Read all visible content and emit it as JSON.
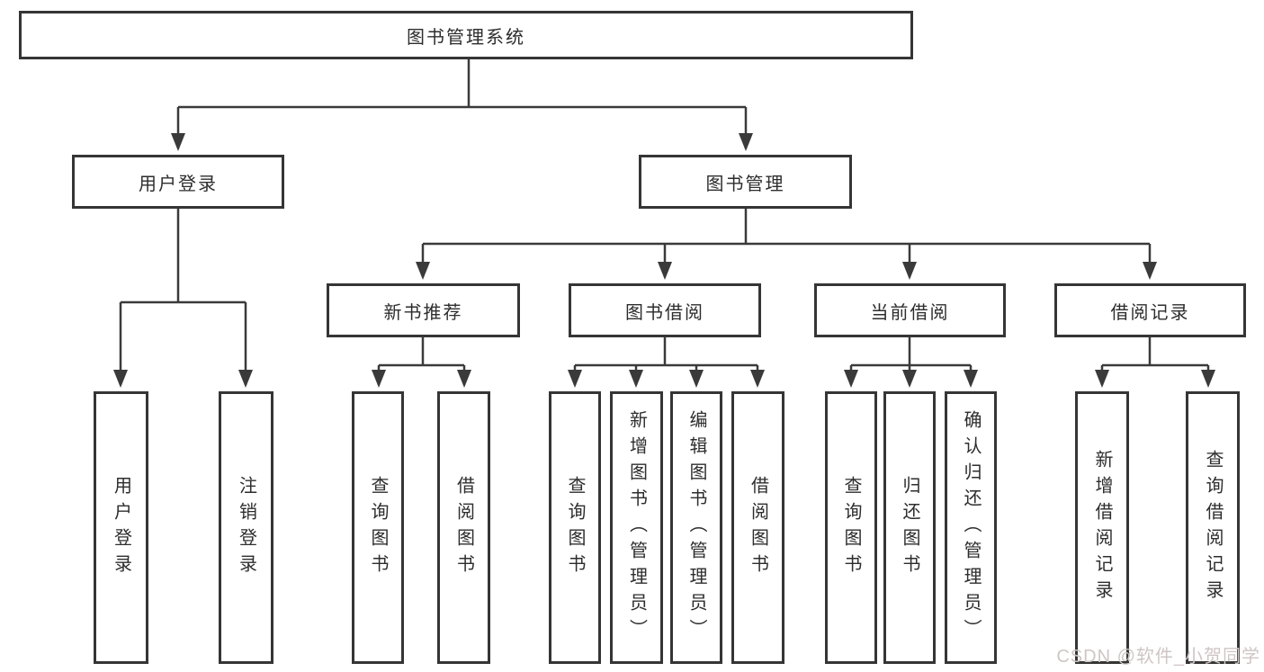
{
  "diagram": {
    "type": "hierarchy-chart",
    "colors": {
      "line": "#3a3a3a",
      "box_border": "#353535",
      "box_fill": "#ffffff",
      "text": "#2d2d2d",
      "watermark": "#cfc5c5",
      "background": "#ffffff"
    }
  },
  "tree": {
    "root": {
      "label": "图书管理系统"
    },
    "branches": [
      {
        "label": "用户登录",
        "children": [
          {
            "label": "用户登录"
          },
          {
            "label": "注销登录"
          }
        ]
      },
      {
        "label": "图书管理",
        "children": [
          {
            "label": "新书推荐",
            "children": [
              {
                "label": "查询图书"
              },
              {
                "label": "借阅图书"
              }
            ]
          },
          {
            "label": "图书借阅",
            "children": [
              {
                "label": "查询图书"
              },
              {
                "label": "新增图书（管理员）"
              },
              {
                "label": "编辑图书（管理员）"
              },
              {
                "label": "借阅图书"
              }
            ]
          },
          {
            "label": "当前借阅",
            "children": [
              {
                "label": "查询图书"
              },
              {
                "label": "归还图书"
              },
              {
                "label": "确认归还（管理员）"
              }
            ]
          },
          {
            "label": "借阅记录",
            "children": [
              {
                "label": "新增借阅记录"
              },
              {
                "label": "查询借阅记录"
              }
            ]
          }
        ]
      }
    ]
  },
  "watermark": {
    "text": "CSDN @软件_小贺同学"
  }
}
